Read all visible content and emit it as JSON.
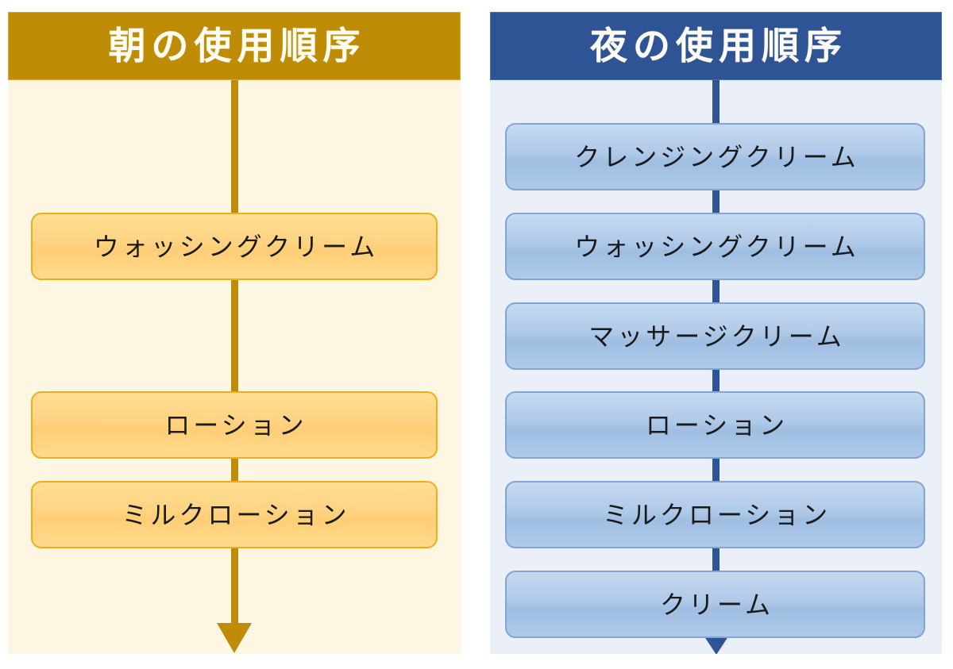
{
  "diagram": {
    "title_morning": "朝の使用順序",
    "title_night": "夜の使用順序"
  },
  "morning": {
    "header": {
      "title": "朝の使用順序",
      "background_color": "#BE8C06",
      "text_color": "#FFFDF3"
    },
    "panel_background": "#FDF6E3",
    "connector_color": "#BE8C06",
    "box_border_color": "#EFAE18",
    "box_fill_color": "#FFD382",
    "steps": [
      {
        "order": 1,
        "label": "ウォッシングクリーム",
        "slot": 2
      },
      {
        "order": 2,
        "label": "ローション",
        "slot": 4
      },
      {
        "order": 3,
        "label": "ミルクローション",
        "slot": 5
      }
    ]
  },
  "night": {
    "header": {
      "title": "夜の使用順序",
      "background_color": "#2E5496",
      "text_color": "#FFFDF3"
    },
    "panel_background": "#EAEFF8",
    "connector_color": "#2E5496",
    "box_border_color": "#7FA6D4",
    "box_fill_color": "#AFC9E8",
    "steps": [
      {
        "order": 1,
        "label": "クレンジングクリーム",
        "slot": 1
      },
      {
        "order": 2,
        "label": "ウォッシングクリーム",
        "slot": 2
      },
      {
        "order": 3,
        "label": "マッサージクリーム",
        "slot": 3
      },
      {
        "order": 4,
        "label": "ローション",
        "slot": 4
      },
      {
        "order": 5,
        "label": "ミルクローション",
        "slot": 5
      },
      {
        "order": 6,
        "label": "クリーム",
        "slot": 6
      }
    ]
  }
}
